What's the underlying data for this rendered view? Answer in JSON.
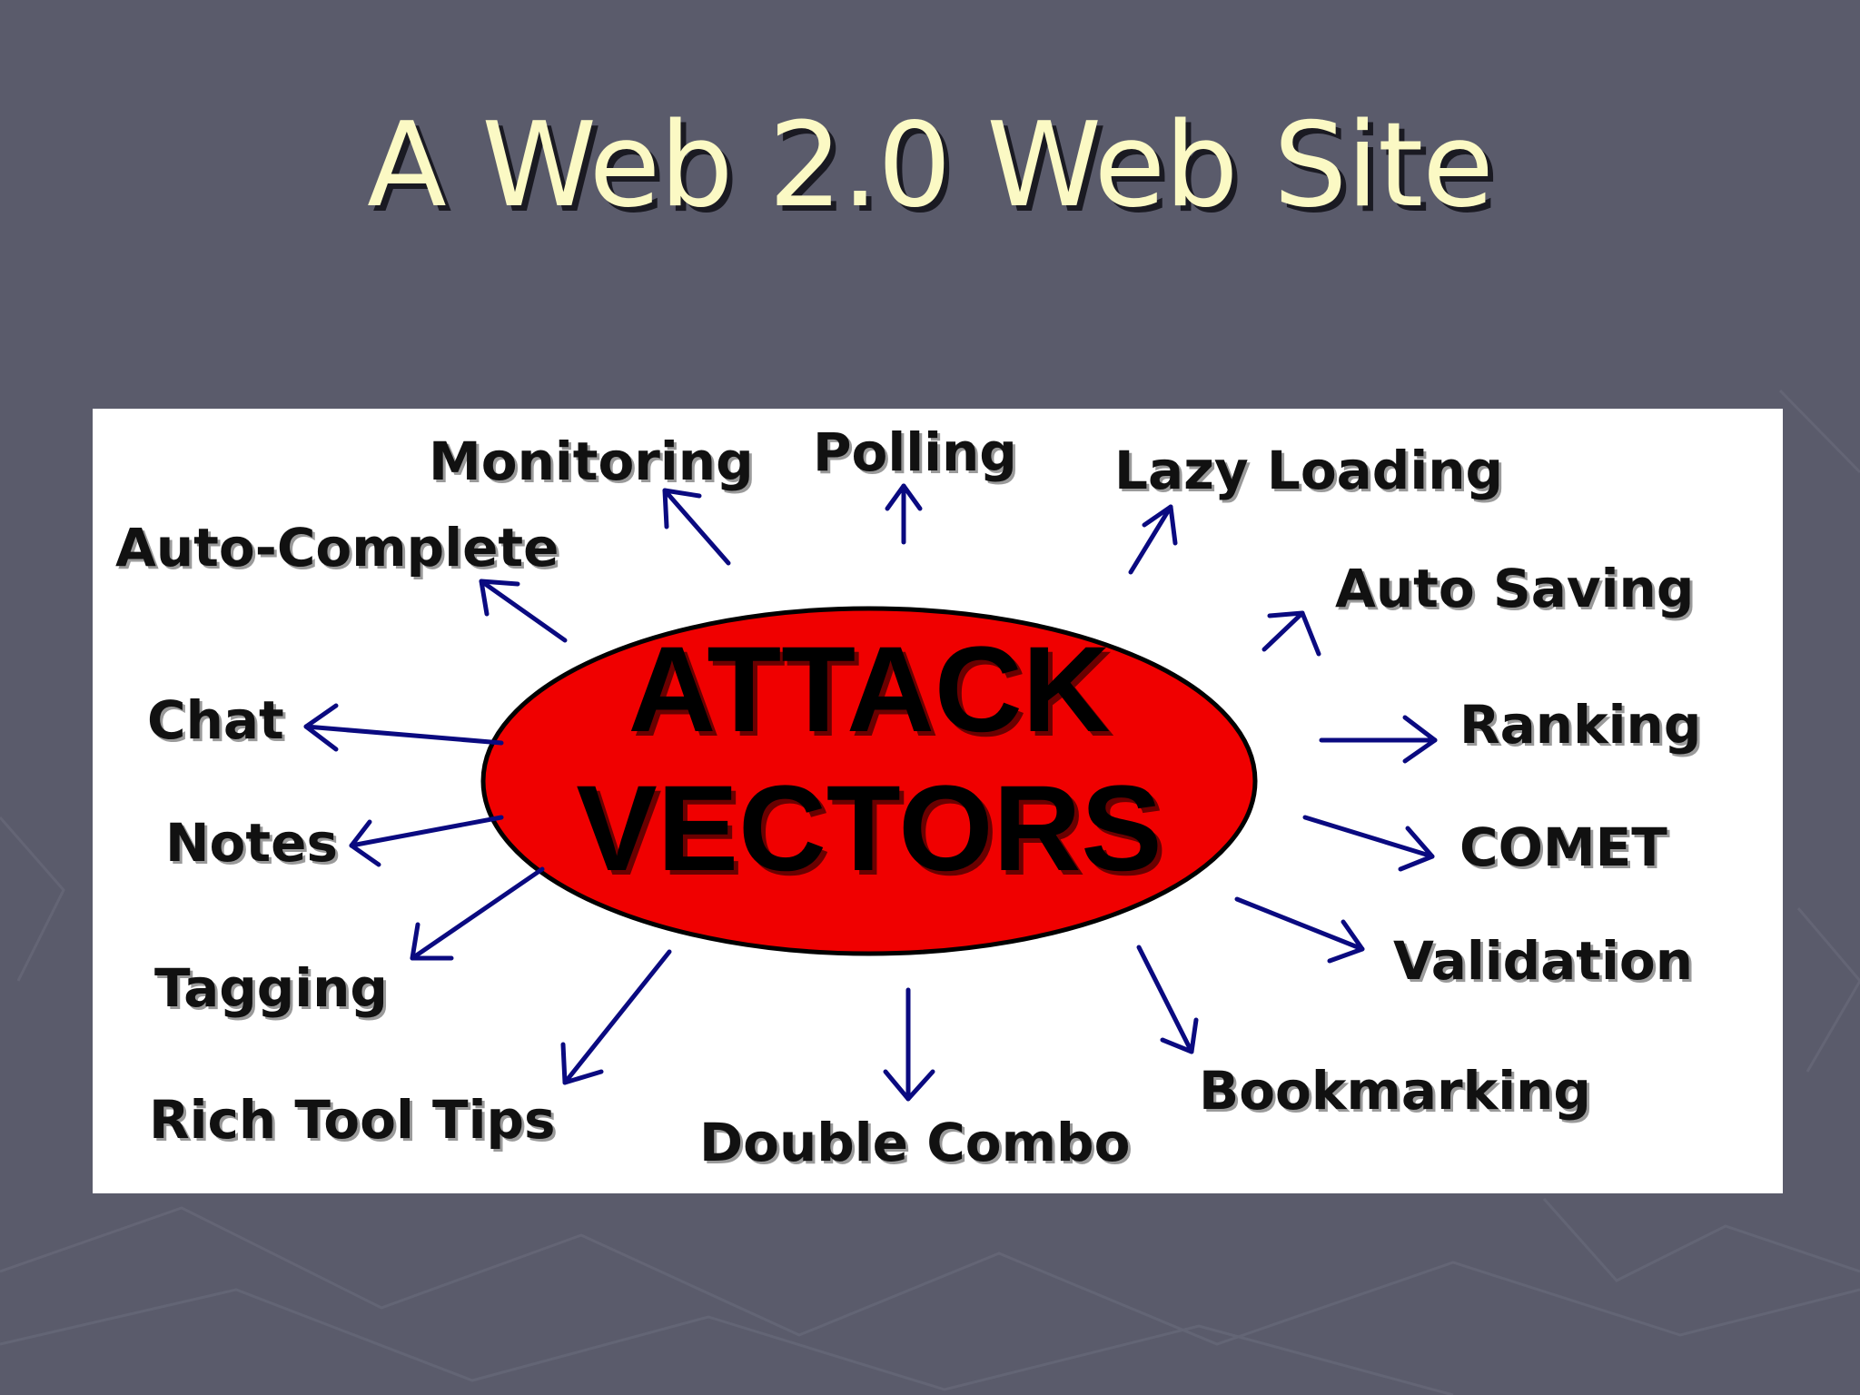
{
  "slide": {
    "title": "A Web 2.0 Web Site"
  },
  "colors": {
    "background": "#5a5b6b",
    "title": "#fbf9c4",
    "panel": "#ffffff",
    "ellipse_fill": "#f00000",
    "arrow": "#0a0a80"
  },
  "diagram": {
    "center_line1": "ATTACK",
    "center_line2": "VECTORS",
    "labels": {
      "monitoring": "Monitoring",
      "polling": "Polling",
      "lazy_loading": "Lazy Loading",
      "auto_complete": "Auto-Complete",
      "auto_saving": "Auto Saving",
      "chat": "Chat",
      "ranking": "Ranking",
      "notes": "Notes",
      "comet": "COMET",
      "tagging": "Tagging",
      "validation": "Validation",
      "rich_tool_tips": "Rich Tool Tips",
      "bookmarking": "Bookmarking",
      "double_combo": "Double Combo"
    }
  }
}
